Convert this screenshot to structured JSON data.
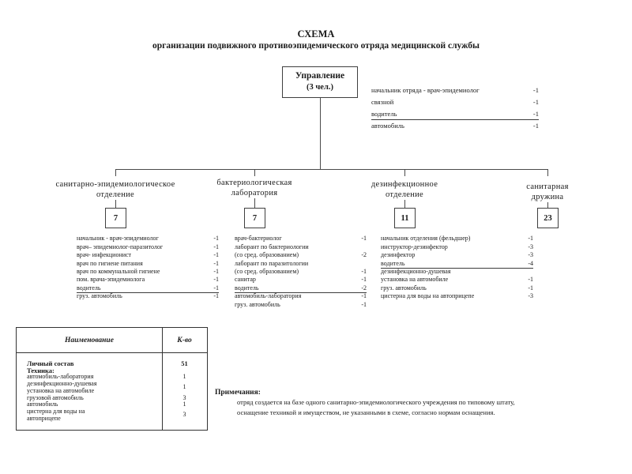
{
  "title": {
    "line1": "СХЕМА",
    "line2": "организации подвижного противоэпидемического отряда медицинской службы"
  },
  "management": {
    "box_line1": "Управление",
    "box_line2": "(3 чел.)",
    "staff": [
      {
        "label": "начальник отряда - врач-эпидемиолог",
        "value": "-1",
        "underline": false
      },
      {
        "label": "связной",
        "value": "-1",
        "underline": false
      },
      {
        "label": "водитель",
        "value": "-1",
        "underline": true
      },
      {
        "label": "автомобиль",
        "value": "-1",
        "underline": false
      }
    ]
  },
  "branches": [
    {
      "name_line1": "санитарно-эпидемиологическое",
      "name_line2": "отделение",
      "count": "7",
      "staff": [
        {
          "label": "начальник - врач-эпидемиолог",
          "value": "-1"
        },
        {
          "label": "врач– эпидемиолог-паразитолог",
          "value": "-1"
        },
        {
          "label": "врач- инфекционист",
          "value": "-1"
        },
        {
          "label": "врач по гигиене питания",
          "value": "-1"
        },
        {
          "label": "врач по коммунальной гигиене",
          "value": "-1"
        },
        {
          "label": "пом. врача-эпидемиолога",
          "value": "-1"
        },
        {
          "label": "водитель",
          "value": "-1",
          "underline": true
        },
        {
          "label": "груз. автомобиль",
          "value": "-1"
        }
      ]
    },
    {
      "name_line1": "бактериологическая",
      "name_line2": "лаборатория",
      "count": "7",
      "staff": [
        {
          "label": "врач-бактериолог",
          "value": "-1"
        },
        {
          "label": "лаборант по бактериологии",
          "value": ""
        },
        {
          "label": "(со сред. образованием)",
          "value": "-2"
        },
        {
          "label": "лаборант по паразитологии",
          "value": ""
        },
        {
          "label": "(со сред. образованием)",
          "value": "-1"
        },
        {
          "label": "санитар",
          "value": "-1"
        },
        {
          "label": "водитель",
          "value": "-2",
          "underline": true
        },
        {
          "label": "автомобиль-лаборатория",
          "value": "-1"
        },
        {
          "label": "груз. автомобиль",
          "value": "-1"
        }
      ]
    },
    {
      "name_line1": "дезинфекционное",
      "name_line2": "отделение",
      "count": "11",
      "staff": [
        {
          "label": "начальник отделения (фельдшер)",
          "value": "-1"
        },
        {
          "label": "инструктор-дезинфектор",
          "value": "-3"
        },
        {
          "label": "дезинфектор",
          "value": "-3"
        },
        {
          "label": "водитель",
          "value": "-4",
          "underline": true
        },
        {
          "label": "дезинфекционно-душевая",
          "value": ""
        },
        {
          "label": "установка на автомобиле",
          "value": "-1"
        },
        {
          "label": "груз. автомобиль",
          "value": "-1"
        },
        {
          "label": "цистерна для воды на автоприцепе",
          "value": "-3"
        }
      ]
    },
    {
      "name_line1": "санитарная",
      "name_line2": "дружина",
      "count": "23",
      "staff": []
    }
  ],
  "table": {
    "header": {
      "name": "Наименование",
      "qty": "К-во"
    },
    "rows": [
      {
        "label": "Личный состав",
        "value": "51",
        "bold": true
      },
      {
        "label": "Техника:",
        "value": "",
        "bold": true
      },
      {
        "label": "автомобиль-лаборатория",
        "value": "1",
        "bold": false
      },
      {
        "label": "дезинфекционно-душевая\nустановка на автомобиле",
        "value": "1",
        "bold": false
      },
      {
        "label": "грузовой автомобиль",
        "value": "3",
        "bold": false
      },
      {
        "label": "автомобиль",
        "value": "1",
        "bold": false
      },
      {
        "label": "цистерна для воды на\nавтоприцепе",
        "value": "3",
        "bold": false
      }
    ]
  },
  "notes": {
    "heading": "Примечания:",
    "lines": [
      "отряд создается на базе одного санитарно-эпидемиологического учреждения по типовому штату,",
      "оснащение техникой и имуществом, не указанными в схеме, согласно нормам оснащения."
    ]
  }
}
